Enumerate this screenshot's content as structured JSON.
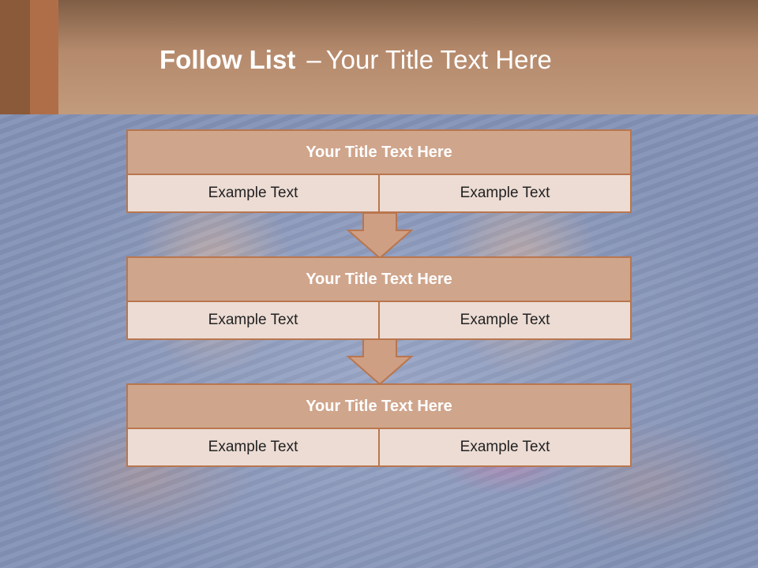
{
  "header": {
    "title_bold": "Follow List",
    "separator": "–",
    "title_rest": "Your Title Text Here"
  },
  "blocks": [
    {
      "title": "Your Title Text Here",
      "left": "Example Text",
      "right": "Example Text"
    },
    {
      "title": "Your Title Text Here",
      "left": "Example Text",
      "right": "Example Text"
    },
    {
      "title": "Your Title Text Here",
      "left": "Example Text",
      "right": "Example Text"
    }
  ],
  "colors": {
    "header": "#b58a6c",
    "block_title_bg": "#cfa58c",
    "cell_bg": "#ecdcd4",
    "border": "#b9764e"
  }
}
